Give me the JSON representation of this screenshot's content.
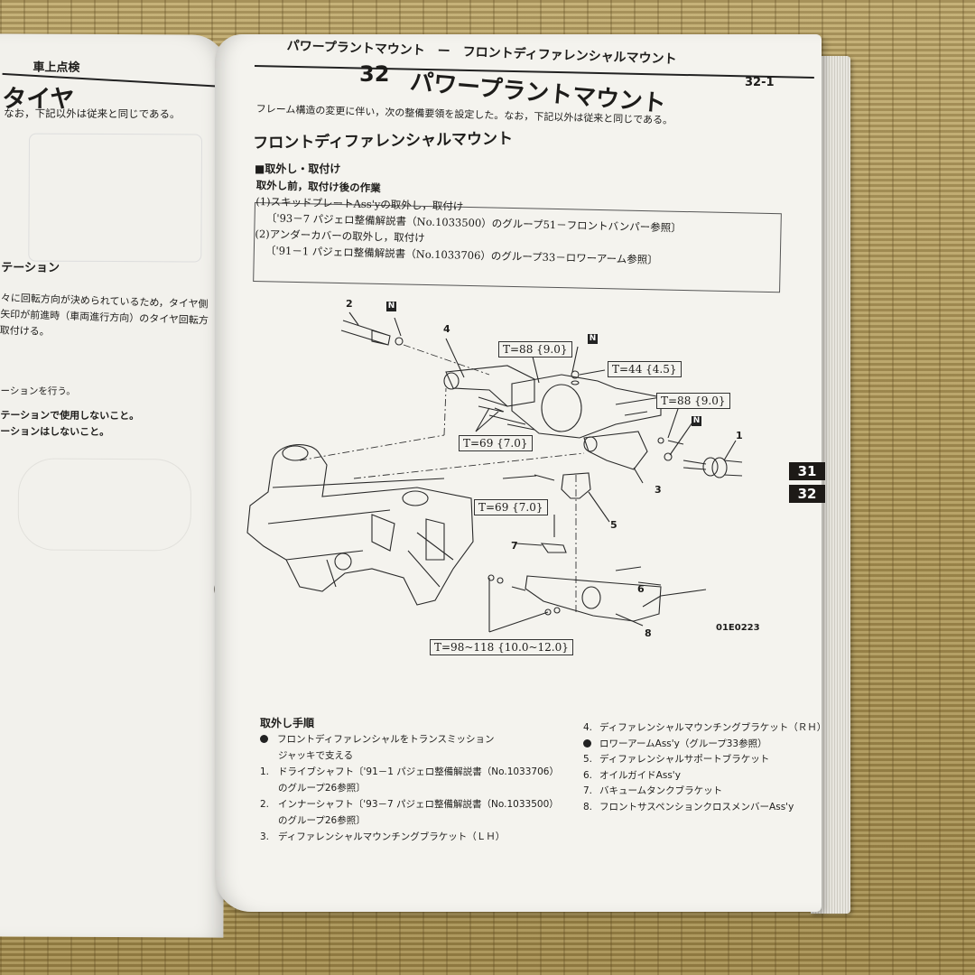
{
  "left_page": {
    "running_head": "車上点検",
    "section_title": "タイヤ",
    "intro": "なお，下記以外は従来と同じである。",
    "subsection": "テーション",
    "body_lines": [
      "々に回転方向が決められているため，タイヤ側",
      "矢印が前進時（車両進行方向）のタイヤ回転方",
      "取付ける。"
    ],
    "note_line": "ーションを行う。",
    "warnings": [
      "テーションで使用しないこと。",
      "ーションはしないこと。"
    ]
  },
  "right_page": {
    "running_head": "パワープラントマウント　ー　フロントディファレンシャルマウント",
    "page_number": "32-1",
    "chapter_number": "32",
    "chapter_title": "パワープラントマウント",
    "intro": "フレーム構造の変更に伴い，次の整備要領を設定した。なお，下記以外は従来と同じである。",
    "section_title": "フロントディファレンシャルマウント",
    "subsection": "■取外し・取付け",
    "prework": {
      "heading": "取外し前，取付け後の作業",
      "items": [
        {
          "title": "(1)スキッドプレートAss'yの取外し，取付け",
          "ref": "〔'93－7 パジェロ整備解説書（No.1033500）のグループ51－フロントバンパー参照〕"
        },
        {
          "title": "(2)アンダーカバーの取外し，取付け",
          "ref": "〔'91－1 パジェロ整備解説書（No.1033706）のグループ33－ロワーアーム参照〕"
        }
      ]
    },
    "diagram": {
      "figure_id": "01E0223",
      "callouts": [
        "1",
        "2",
        "3",
        "4",
        "5",
        "6",
        "7",
        "8"
      ],
      "n_badge": "N",
      "torques": [
        {
          "id": "t1",
          "label": "T=88 {9.0}"
        },
        {
          "id": "t2",
          "label": "T=44 {4.5}"
        },
        {
          "id": "t3",
          "label": "T=88 {9.0}"
        },
        {
          "id": "t4",
          "label": "T=69 {7.0}"
        },
        {
          "id": "t5",
          "label": "T=69 {7.0}"
        },
        {
          "id": "t6",
          "label": "T=98~118 {10.0~12.0}"
        }
      ]
    },
    "procedure": {
      "heading": "取外し手順",
      "left_steps": [
        {
          "marker": "●",
          "text": "フロントディファレンシャルをトランスミッション"
        },
        {
          "marker": "",
          "text": "ジャッキで支える"
        },
        {
          "marker": "1.",
          "text": "ドライブシャフト〔'91－1 パジェロ整備解説書（No.1033706）"
        },
        {
          "marker": "",
          "text": "のグループ26参照〕"
        },
        {
          "marker": "2.",
          "text": "インナーシャフト〔'93－7 パジェロ整備解説書（No.1033500）"
        },
        {
          "marker": "",
          "text": "のグループ26参照〕"
        },
        {
          "marker": "3.",
          "text": "ディファレンシャルマウンチングブラケット（ＬＨ）"
        }
      ],
      "right_steps": [
        {
          "marker": "4.",
          "text": "ディファレンシャルマウンチングブラケット（ＲＨ）"
        },
        {
          "marker": "●",
          "text": "ロワーアームAss'y（グループ33参照）"
        },
        {
          "marker": "5.",
          "text": "ディファレンシャルサポートブラケット"
        },
        {
          "marker": "6.",
          "text": "オイルガイドAss'y"
        },
        {
          "marker": "7.",
          "text": "バキュームタンクブラケット"
        },
        {
          "marker": "8.",
          "text": "フロントサスペンションクロスメンバーAss'y"
        }
      ]
    },
    "tabs": [
      "31",
      "32"
    ]
  }
}
